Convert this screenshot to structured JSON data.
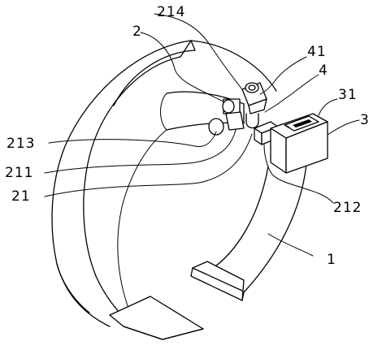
{
  "figure": {
    "labels": {
      "l214": "214",
      "l2": "2",
      "l41": "41",
      "l4": "4",
      "l31": "31",
      "l3": "3",
      "l213": "213",
      "l211": "211",
      "l21": "21",
      "l212": "212",
      "l1": "1"
    }
  }
}
